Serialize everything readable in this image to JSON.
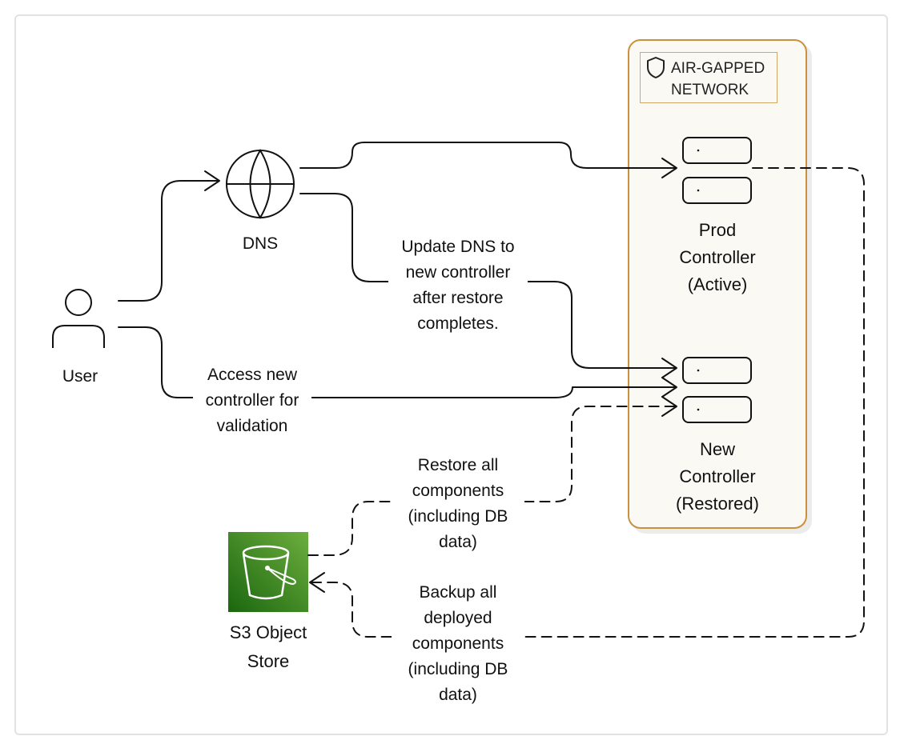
{
  "zone": {
    "title": "AIR-GAPPED\nNETWORK",
    "border_color": "#c9913e"
  },
  "nodes": {
    "user": "User",
    "dns": "DNS",
    "prod_controller": "Prod\nController\n(Active)",
    "new_controller": "New\nController\n(Restored)",
    "s3": "S3 Object\nStore"
  },
  "edges": {
    "update_dns": "Update DNS to\nnew controller\nafter restore\ncompletes.",
    "access_new": "Access new\ncontroller for\nvalidation",
    "restore": "Restore all\ncomponents\n(including DB\ndata)",
    "backup": "Backup all\ndeployed\ncomponents\n(including DB\ndata)"
  },
  "colors": {
    "s3_green": "#3f8624",
    "accent": "#c9913e"
  },
  "icons": [
    "shield-icon",
    "user-icon",
    "globe-icon",
    "server-icon",
    "bucket-icon"
  ]
}
